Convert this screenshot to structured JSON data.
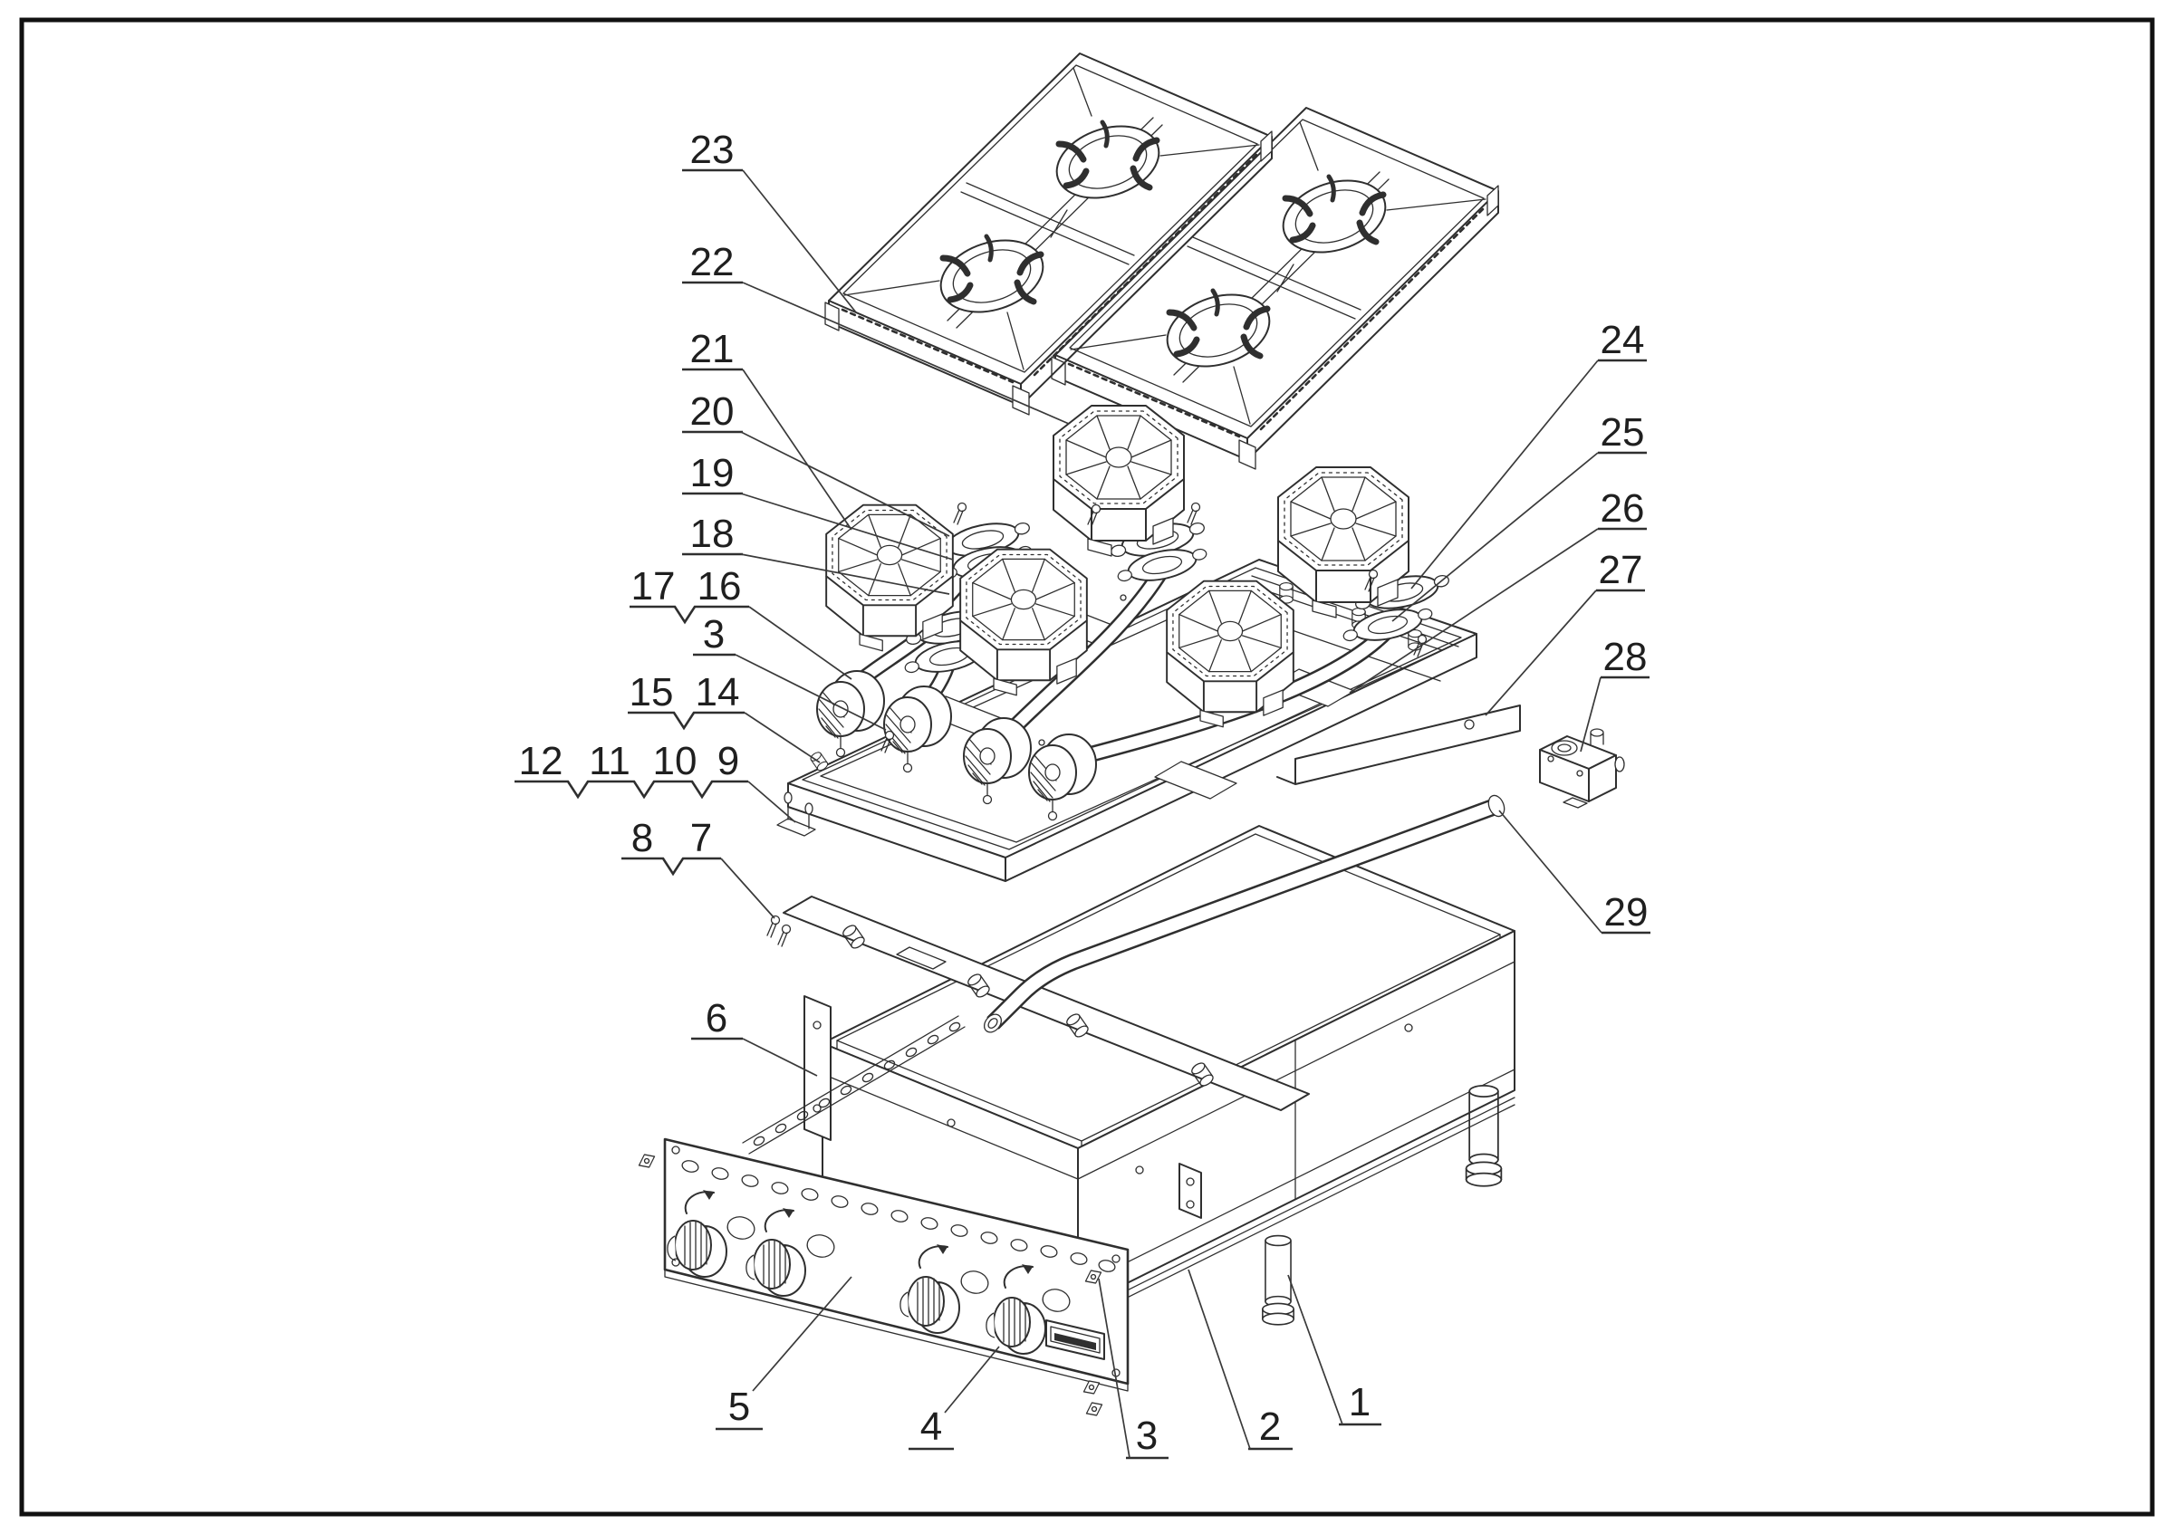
{
  "diagram": {
    "kind": "exploded-parts-line-drawing",
    "subject": "four-burner gas range top",
    "colors": {
      "background": "#ffffff",
      "line": "#2f2f2f",
      "text": "#1f1f1f",
      "border": "#111111"
    },
    "callouts": [
      {
        "label": "23"
      },
      {
        "label": "22"
      },
      {
        "label": "21"
      },
      {
        "label": "20"
      },
      {
        "label": "19"
      },
      {
        "label": "18"
      },
      {
        "label": "17"
      },
      {
        "label": "16"
      },
      {
        "label": "3"
      },
      {
        "label": "15"
      },
      {
        "label": "14"
      },
      {
        "label": "12"
      },
      {
        "label": "11"
      },
      {
        "label": "10"
      },
      {
        "label": "9"
      },
      {
        "label": "8"
      },
      {
        "label": "7"
      },
      {
        "label": "6"
      },
      {
        "label": "5"
      },
      {
        "label": "4"
      },
      {
        "label": "3"
      },
      {
        "label": "2"
      },
      {
        "label": "1"
      },
      {
        "label": "24"
      },
      {
        "label": "25"
      },
      {
        "label": "26"
      },
      {
        "label": "27"
      },
      {
        "label": "28"
      },
      {
        "label": "29"
      }
    ]
  }
}
